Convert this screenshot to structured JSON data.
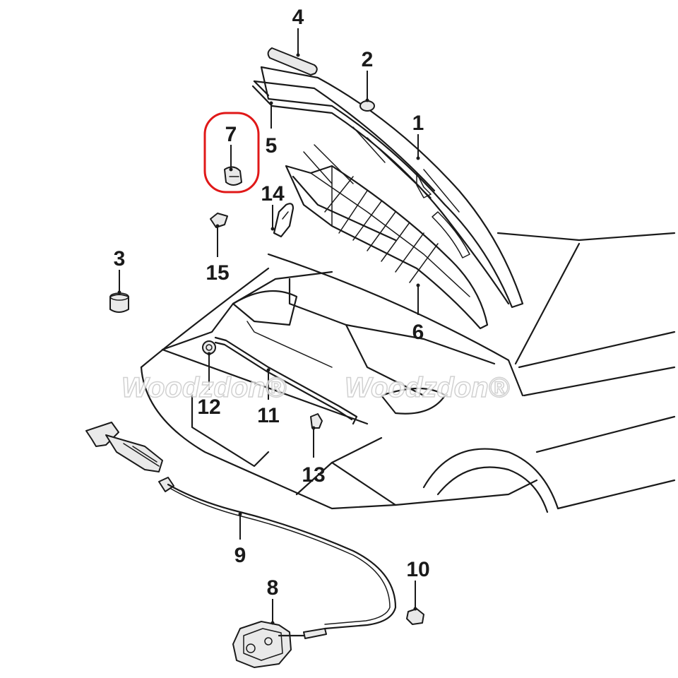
{
  "watermark": {
    "left": "Woodzdon®",
    "right": "Woodzdon®"
  },
  "highlight_color": "#e01818",
  "callouts": {
    "c1": "1",
    "c2": "2",
    "c3": "3",
    "c4": "4",
    "c5": "5",
    "c6": "6",
    "c7": "7",
    "c8": "8",
    "c9": "9",
    "c10": "10",
    "c11": "11",
    "c12": "12",
    "c13": "13",
    "c14": "14",
    "c15": "15"
  },
  "highlighted_callout": "7"
}
